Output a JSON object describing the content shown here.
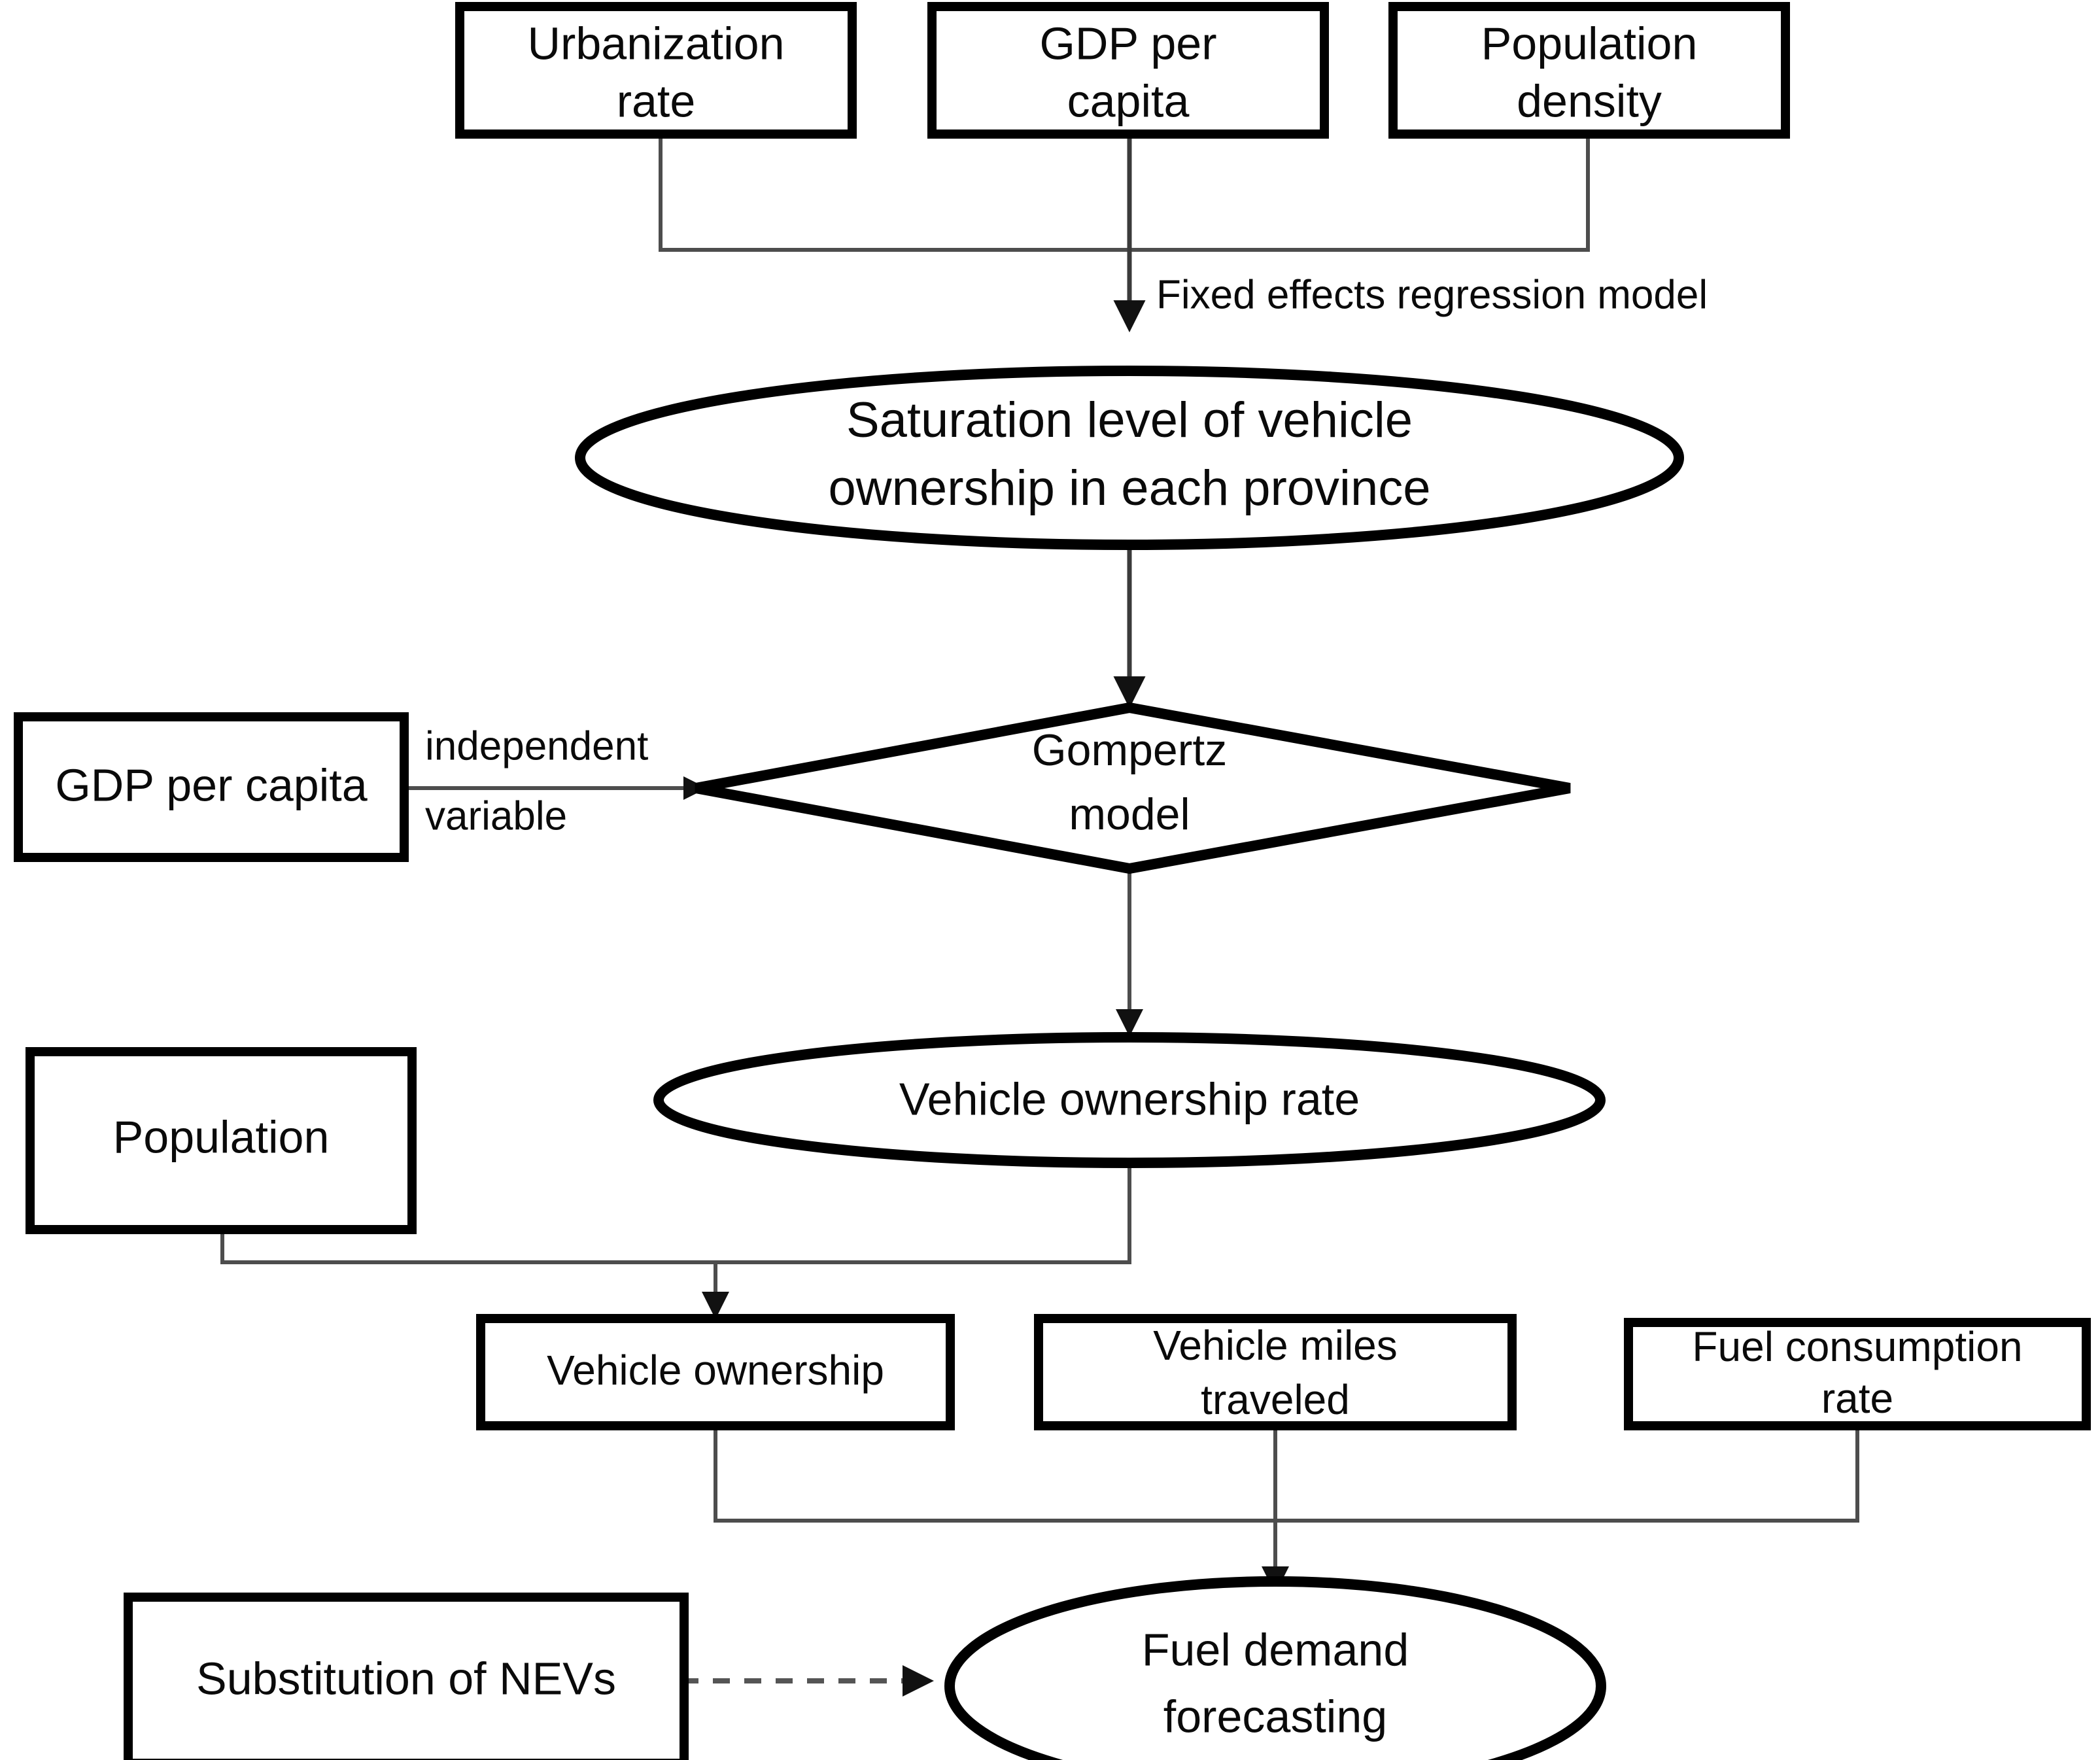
{
  "diagram": {
    "title": "Fuel demand forecasting framework flowchart",
    "colors": {
      "node_stroke": "#000000",
      "node_fill": "#ffffff",
      "connector": "#4d4d4d",
      "background": "#ffffff"
    },
    "nodes": {
      "urbanization_rate": {
        "line1": "Urbanization",
        "line2": "rate",
        "shape": "rectangle"
      },
      "gdp_per_capita_top": {
        "line1": "GDP per",
        "line2": "capita",
        "shape": "rectangle"
      },
      "population_density": {
        "line1": "Population",
        "line2": "density",
        "shape": "rectangle"
      },
      "saturation_level": {
        "line1": "Saturation level of vehicle",
        "line2": "ownership in each province",
        "shape": "ellipse"
      },
      "gdp_per_capita_left": {
        "line1": "GDP per capita",
        "shape": "rectangle"
      },
      "gompertz_model": {
        "line1": "Gompertz",
        "line2": "model",
        "shape": "diamond"
      },
      "population": {
        "line1": "Population",
        "shape": "rectangle"
      },
      "vehicle_ownership_rate": {
        "line1": "Vehicle ownership rate",
        "shape": "ellipse"
      },
      "vehicle_ownership": {
        "line1": "Vehicle ownership",
        "shape": "rectangle"
      },
      "vehicle_miles_traveled": {
        "line1": "Vehicle miles",
        "line2": "traveled",
        "shape": "rectangle"
      },
      "fuel_consumption_rate": {
        "line1": "Fuel consumption",
        "line2": "rate",
        "shape": "rectangle"
      },
      "substitution_of_nevs": {
        "line1": "Substitution of NEVs",
        "shape": "rectangle"
      },
      "fuel_demand_forecasting": {
        "line1": "Fuel demand",
        "line2": "forecasting",
        "shape": "ellipse"
      }
    },
    "edge_labels": {
      "fixed_effects": "Fixed effects regression model",
      "independent_variable_line1": "independent",
      "independent_variable_line2": "variable"
    }
  }
}
